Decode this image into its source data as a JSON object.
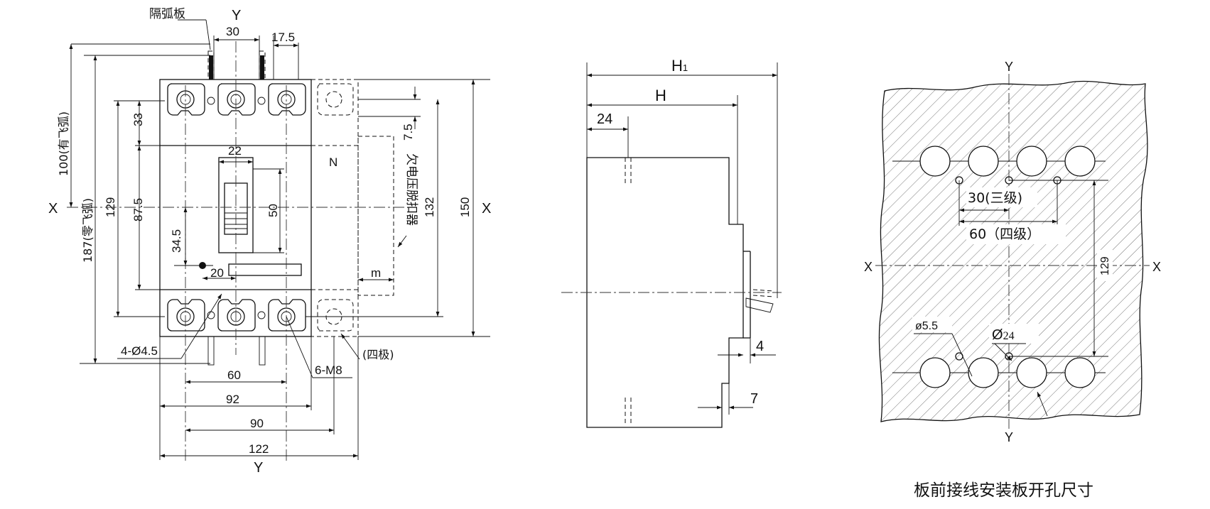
{
  "front_view": {
    "arc_barrier": "隔弧板",
    "axis_y_top": "Y",
    "axis_y_bottom": "Y",
    "axis_x_left": "X",
    "axis_x_right": "X",
    "pole_n": "N",
    "dims": {
      "d30": "30",
      "d17_5": "17.5",
      "d33": "33",
      "d22": "22",
      "d87_5": "87.5",
      "d50": "50",
      "d34_5": "34.5",
      "d20": "20",
      "d129": "129",
      "d7_5": "7.5",
      "d132": "132",
      "d150": "150",
      "m": "m",
      "d60": "60",
      "d92": "92",
      "d90": "90",
      "d122": "122"
    },
    "label_100": "100(有飞弧)",
    "label_187": "187(零飞弧)",
    "undervoltage": "欠电压脱扣器",
    "holes": "4-Ø4.5",
    "screws": "6-M8",
    "four_pole": "(四极)"
  },
  "side_view": {
    "h1": "H",
    "h1_sub": "1",
    "h": "H",
    "d24": "24",
    "d4": "4",
    "d7": "7"
  },
  "cutout": {
    "axis_y_top": "Y",
    "axis_y_bottom": "Y",
    "axis_x_left": "X",
    "axis_x_right": "X",
    "d30_three": "30(三级)",
    "d60_four": "60（四级）",
    "d129": "129",
    "phi5_5": "ø5.5",
    "phi24_sym": "Ø",
    "phi24_val": "24",
    "caption": "板前接线安装板开孔尺寸"
  }
}
